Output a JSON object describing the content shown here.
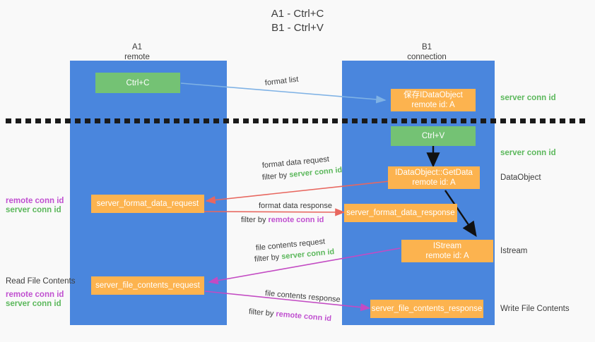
{
  "title": {
    "line1": "A1 - Ctrl+C",
    "line2": "B1 - Ctrl+V"
  },
  "columns": [
    {
      "name": "A1",
      "sub": "remote"
    },
    {
      "name": "B1",
      "sub": "connection"
    }
  ],
  "nodes": {
    "ctrl_c": {
      "line1": "Ctrl+C",
      "line2": ""
    },
    "save_idataobject": {
      "line1": "保存IDataObject",
      "line2": "remote id: A"
    },
    "ctrl_v": {
      "line1": "Ctrl+V",
      "line2": ""
    },
    "getdata": {
      "line1": "IDataObject::GetData",
      "line2": "remote id: A"
    },
    "server_format_data_request": {
      "line1": "server_format_data_request",
      "line2": ""
    },
    "server_format_data_response": {
      "line1": "server_format_data_response",
      "line2": ""
    },
    "istream": {
      "line1": "IStream",
      "line2": "remote id: A"
    },
    "server_file_contents_request": {
      "line1": "server_file_contents_request",
      "line2": ""
    },
    "server_file_contents_response": {
      "line1": "server_file_contents_response",
      "line2": ""
    }
  },
  "right_labels": {
    "server_conn_id_top": "server conn id",
    "server_conn_id_mid": "server conn id",
    "dataobject": "DataObject",
    "istream": "Istream",
    "write_file_contents": "Write File Contents"
  },
  "left_labels": {
    "remote_conn_id_1": "remote conn id",
    "server_conn_id_1": "server conn id",
    "read_file_contents": "Read File Contents",
    "remote_conn_id_2": "remote conn id",
    "server_conn_id_2": "server conn id"
  },
  "edges": {
    "format_list": "format list",
    "format_data_request": "format data request",
    "format_data_request_filter_prefix": "filter by ",
    "format_data_request_filter_value": "server conn id",
    "format_data_response": "format data response",
    "format_data_response_filter_prefix": "filter by ",
    "format_data_response_filter_value": "remote conn id",
    "file_contents_request": "file contents request",
    "file_contents_request_filter_prefix": "filter by ",
    "file_contents_request_filter_value": "server conn id",
    "file_contents_response": "file contents response",
    "file_contents_response_filter_prefix": "filter by ",
    "file_contents_response_filter_value": "remote conn id"
  },
  "colors": {
    "lane": "#4a86dd",
    "green_node": "#74c274",
    "orange_node": "#fcb34f",
    "green_text": "#5cb85c",
    "purple_text": "#c050d0",
    "arrow_light_blue": "#7fb2e5",
    "arrow_red": "#e8675f",
    "arrow_magenta": "#c34bc3",
    "arrow_black": "#111111",
    "background": "#f9f9f9"
  }
}
